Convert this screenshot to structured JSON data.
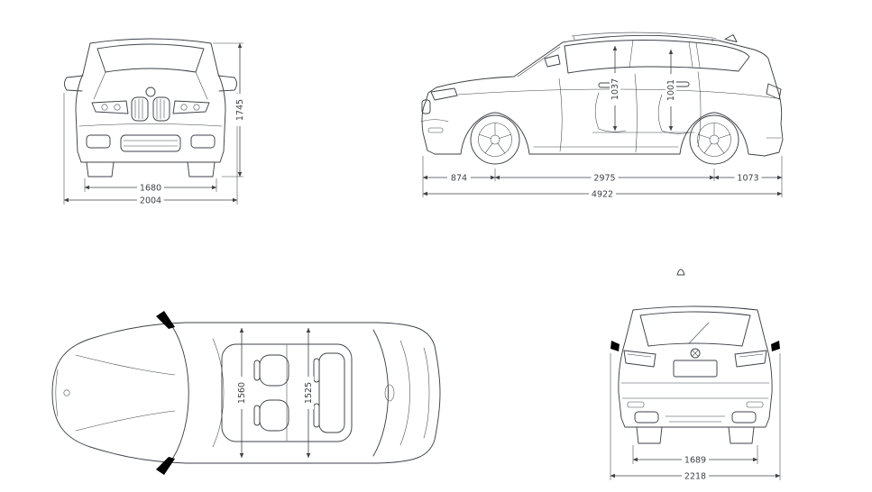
{
  "accent": {
    "line_color": "#3d4248",
    "background": "#ffffff"
  },
  "views": {
    "front": {
      "height_mm": "1745",
      "track_width_mm": "1680",
      "overall_width_mirrors_mm": "2004"
    },
    "side": {
      "front_headroom_mm": "1037",
      "rear_headroom_mm": "1001",
      "front_overhang_mm": "874",
      "wheelbase_mm": "2975",
      "rear_overhang_mm": "1073",
      "overall_length_mm": "4922"
    },
    "top": {
      "front_interior_width_mm": "1560",
      "rear_interior_width_mm": "1525"
    },
    "rear": {
      "rear_track_mm": "1689",
      "overall_width_mm": "2218"
    }
  }
}
